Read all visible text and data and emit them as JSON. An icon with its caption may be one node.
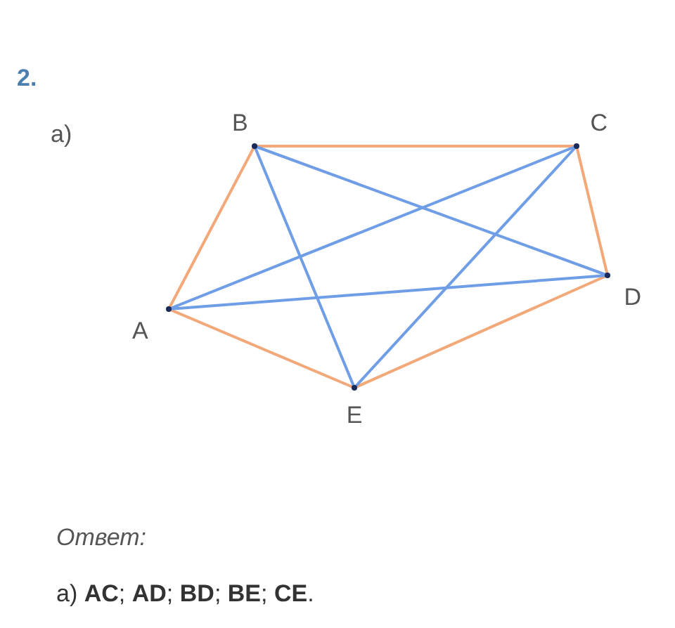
{
  "diagram": {
    "nodes": [
      {
        "text": [
          "B"
        ]
      },
      {
        "text": [
          "C"
        ]
      },
      {
        "text": [
          "A"
        ]
      },
      {
        "text": [
          "D"
        ]
      },
      {
        "text": [
          "E"
        ]
      }
    ],
    "edges": [
      {
        "from": 2,
        "to": 0,
        "arrow": "none",
        "color": "#f2a878"
      },
      {
        "from": 0,
        "to": 1,
        "arrow": "none",
        "color": "#f2a878"
      },
      {
        "from": 1,
        "to": 3,
        "arrow": "none",
        "color": "#f2a878"
      },
      {
        "from": 3,
        "to": 4,
        "arrow": "none",
        "color": "#f2a878"
      },
      {
        "from": 4,
        "to": 2,
        "arrow": "none",
        "color": "#f2a878"
      },
      {
        "from": 2,
        "to": 1,
        "arrow": "none",
        "color": "#6f9ee6"
      },
      {
        "from": 2,
        "to": 3,
        "arrow": "none",
        "color": "#6f9ee6"
      },
      {
        "from": 0,
        "to": 3,
        "arrow": "none",
        "color": "#6f9ee6"
      },
      {
        "from": 0,
        "to": 4,
        "arrow": "none",
        "color": "#6f9ee6"
      },
      {
        "from": 1,
        "to": 4,
        "arrow": "none",
        "color": "#6f9ee6"
      }
    ],
    "labels": [
      "2.",
      "а)",
      "Ответ:",
      "а) **AC**; **AD**; **BD**; **BE**; **CE**."
    ]
  }
}
